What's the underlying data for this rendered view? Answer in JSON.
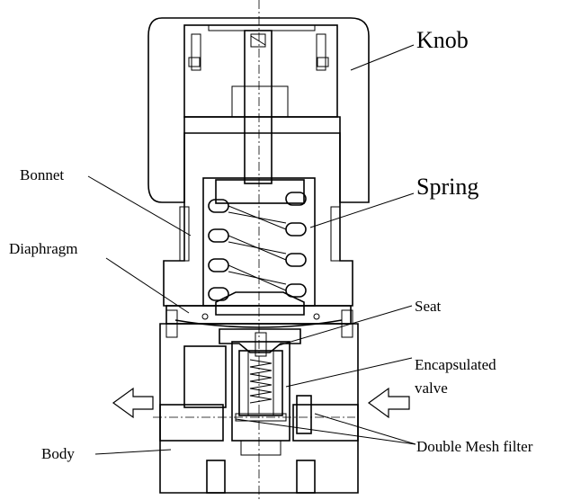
{
  "labels": {
    "knob": "Knob",
    "spring": "Spring",
    "bonnet": "Bonnet",
    "diaphragm": "Diaphragm",
    "seat": "Seat",
    "encapsulated_line1": "Encapsulated",
    "encapsulated_line2": "valve",
    "body": "Body",
    "filter": "Double Mesh filter"
  },
  "icons": {
    "flow_left": "arrow-left-outline-icon",
    "flow_right": "arrow-left-outline-icon"
  }
}
